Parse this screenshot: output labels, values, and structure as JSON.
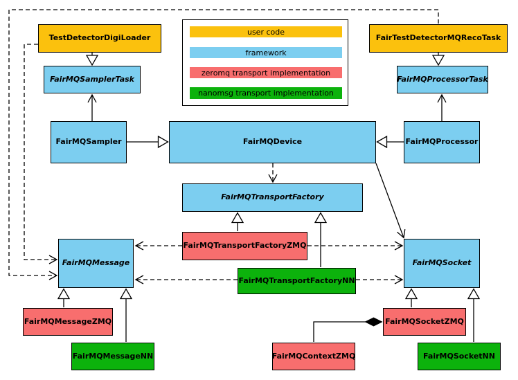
{
  "colors": {
    "user_code": "#FBC10D",
    "framework": "#7CCEF0",
    "zeromq": "#F86E6E",
    "nanomsg": "#0CB20C",
    "line": "#000000",
    "background": "#FFFFFF"
  },
  "legend": {
    "items": [
      {
        "label": "user code",
        "category": "user_code"
      },
      {
        "label": "framework",
        "category": "framework"
      },
      {
        "label": "zeromq transport implementation",
        "category": "zeromq"
      },
      {
        "label": "nanomsg transport implementation",
        "category": "nanomsg"
      }
    ]
  },
  "nodes": {
    "test_detector_digi_loader": {
      "label": "TestDetectorDigiLoader",
      "category": "user_code",
      "abstract": false
    },
    "fair_test_detector_mq_reco_task": {
      "label": "FairTestDetectorMQRecoTask",
      "category": "user_code",
      "abstract": false
    },
    "fairmq_sampler_task": {
      "label": "FairMQSamplerTask",
      "category": "framework",
      "abstract": true
    },
    "fairmq_processor_task": {
      "label": "FairMQProcessorTask",
      "category": "framework",
      "abstract": true
    },
    "fairmq_sampler": {
      "label": "FairMQSampler",
      "category": "framework",
      "abstract": false
    },
    "fairmq_device": {
      "label": "FairMQDevice",
      "category": "framework",
      "abstract": false
    },
    "fairmq_processor": {
      "label": "FairMQProcessor",
      "category": "framework",
      "abstract": false
    },
    "fairmq_transport_factory": {
      "label": "FairMQTransportFactory",
      "category": "framework",
      "abstract": true
    },
    "fairmq_transport_factory_zmq": {
      "label": "FairMQTransportFactoryZMQ",
      "category": "zeromq",
      "abstract": false
    },
    "fairmq_transport_factory_nn": {
      "label": "FairMQTransportFactoryNN",
      "category": "nanomsg",
      "abstract": false
    },
    "fairmq_message": {
      "label": "FairMQMessage",
      "category": "framework",
      "abstract": true
    },
    "fairmq_socket": {
      "label": "FairMQSocket",
      "category": "framework",
      "abstract": true
    },
    "fairmq_message_zmq": {
      "label": "FairMQMessageZMQ",
      "category": "zeromq",
      "abstract": false
    },
    "fairmq_message_nn": {
      "label": "FairMQMessageNN",
      "category": "nanomsg",
      "abstract": false
    },
    "fairmq_context_zmq": {
      "label": "FairMQContextZMQ",
      "category": "zeromq",
      "abstract": false
    },
    "fairmq_socket_zmq": {
      "label": "FairMQSocketZMQ",
      "category": "zeromq",
      "abstract": false
    },
    "fairmq_socket_nn": {
      "label": "FairMQSocketNN",
      "category": "nanomsg",
      "abstract": false
    }
  },
  "edges": [
    {
      "from": "TestDetectorDigiLoader",
      "to": "FairMQSamplerTask",
      "type": "inheritance"
    },
    {
      "from": "FairTestDetectorMQRecoTask",
      "to": "FairMQProcessorTask",
      "type": "inheritance"
    },
    {
      "from": "FairMQSampler",
      "to": "FairMQDevice",
      "type": "inheritance"
    },
    {
      "from": "FairMQProcessor",
      "to": "FairMQDevice",
      "type": "inheritance"
    },
    {
      "from": "FairMQSampler",
      "to": "FairMQSamplerTask",
      "type": "association"
    },
    {
      "from": "FairMQProcessor",
      "to": "FairMQProcessorTask",
      "type": "association"
    },
    {
      "from": "FairMQDevice",
      "to": "FairMQTransportFactory",
      "type": "dependency"
    },
    {
      "from": "FairMQDevice",
      "to": "FairMQSocket",
      "type": "association"
    },
    {
      "from": "FairMQTransportFactoryZMQ",
      "to": "FairMQTransportFactory",
      "type": "inheritance"
    },
    {
      "from": "FairMQTransportFactoryNN",
      "to": "FairMQTransportFactory",
      "type": "inheritance"
    },
    {
      "from": "FairMQTransportFactoryZMQ",
      "to": "FairMQMessage",
      "type": "dependency"
    },
    {
      "from": "FairMQTransportFactoryZMQ",
      "to": "FairMQSocket",
      "type": "dependency"
    },
    {
      "from": "FairMQTransportFactoryNN",
      "to": "FairMQMessage",
      "type": "dependency"
    },
    {
      "from": "FairMQTransportFactoryNN",
      "to": "FairMQSocket",
      "type": "dependency"
    },
    {
      "from": "TestDetectorDigiLoader",
      "to": "FairMQMessage",
      "type": "dependency"
    },
    {
      "from": "FairTestDetectorMQRecoTask",
      "to": "FairMQMessage",
      "type": "dependency"
    },
    {
      "from": "FairMQMessageZMQ",
      "to": "FairMQMessage",
      "type": "inheritance"
    },
    {
      "from": "FairMQMessageNN",
      "to": "FairMQMessage",
      "type": "inheritance"
    },
    {
      "from": "FairMQSocketZMQ",
      "to": "FairMQSocket",
      "type": "inheritance"
    },
    {
      "from": "FairMQSocketNN",
      "to": "FairMQSocket",
      "type": "inheritance"
    },
    {
      "from": "FairMQContextZMQ",
      "to": "FairMQSocketZMQ",
      "type": "composition"
    }
  ]
}
